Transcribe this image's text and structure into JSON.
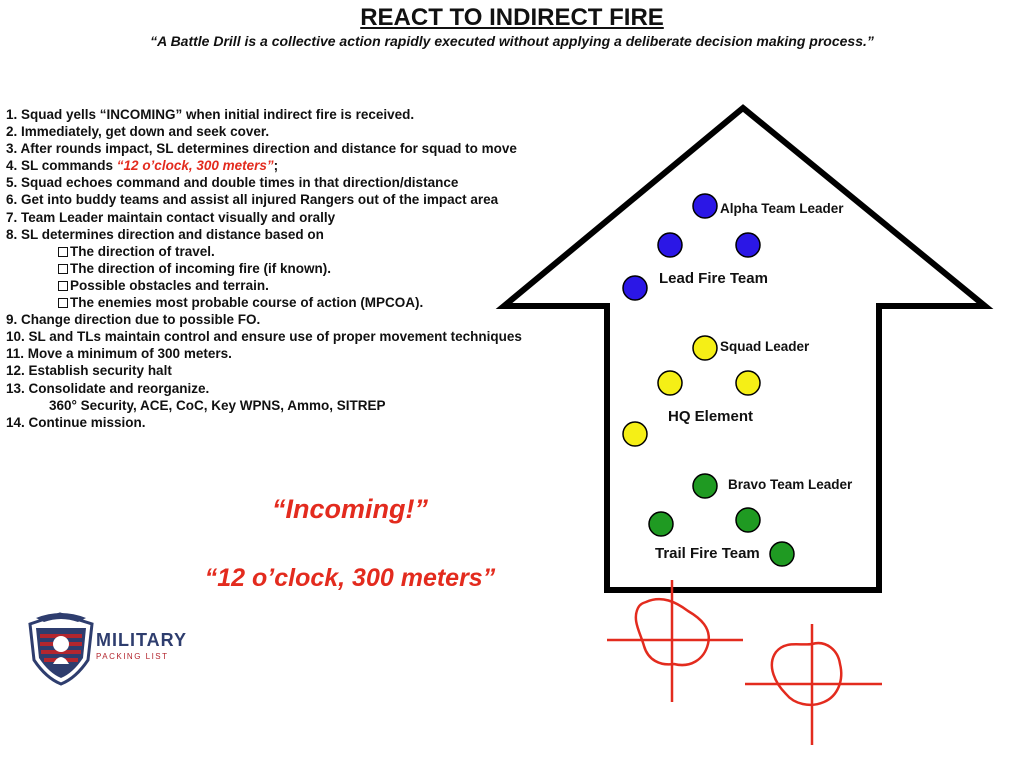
{
  "header": {
    "title": "REACT TO INDIRECT FIRE",
    "subtitle": "“A Battle Drill is a collective action rapidly executed without applying a deliberate decision making process.”"
  },
  "steps": {
    "s1": "1.  Squad yells “INCOMING” when initial indirect fire is received.",
    "s2": "2.  Immediately, get down and seek cover.",
    "s3": "3.  After rounds impact, SL determines direction and distance for squad to move",
    "s4_prefix": "4.  SL commands ",
    "s4_command": "“12 o’clock, 300 meters”",
    "s4_suffix": ";",
    "s5": "5.  Squad echoes command and double times in that direction/distance",
    "s6": "6.  Get into buddy teams and assist all injured Rangers out of the impact area",
    "s7": "7.  Team Leader maintain contact visually and orally",
    "s8": "8.  SL determines direction and distance based on",
    "s8_items": [
      "The direction of travel.",
      "The direction of incoming fire (if known).",
      "Possible obstacles and terrain.",
      "The enemies most probable course of action (MPCOA)."
    ],
    "s9": "9.  Change direction due to possible FO.",
    "s10": "10. SL and TLs maintain control and ensure use of proper movement techniques",
    "s11": "11. Move a minimum of 300 meters.",
    "s12": "12. Establish security halt",
    "s13": "13. Consolidate and reorganize.",
    "s13_note": "360° Security, ACE, CoC, Key WPNS, Ammo, SITREP",
    "s14": "14. Continue mission."
  },
  "callouts": {
    "incoming": "“Incoming!”",
    "command": "“12 o’clock, 300 meters”"
  },
  "diagram": {
    "labels": {
      "alpha_tl": "Alpha Team Leader",
      "lead_team": "Lead Fire Team",
      "squad_leader": "Squad Leader",
      "hq": "HQ Element",
      "bravo_tl": "Bravo Team Leader",
      "trail_team": "Trail Fire Team"
    },
    "team_colors": {
      "alpha": "#2b17e6",
      "hq": "#f5ef16",
      "bravo": "#1f9a22"
    },
    "accent": "#e32b1e"
  },
  "logo": {
    "word": "MILITARY",
    "sub": "PACKING LIST"
  }
}
